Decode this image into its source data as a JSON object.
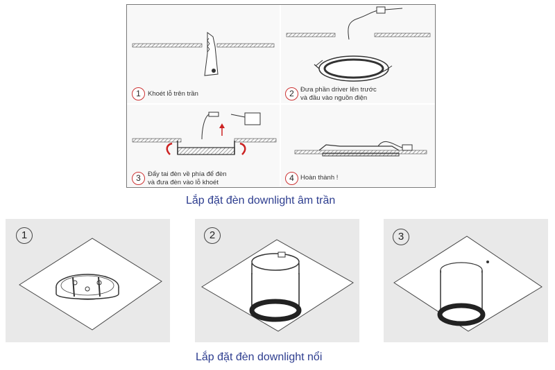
{
  "recessed": {
    "caption": "Lắp đặt đèn downlight âm trần",
    "steps": [
      {
        "num": "1",
        "text": "Khoét lỗ trên trần"
      },
      {
        "num": "2",
        "text": "Đưa phần driver lên trước\nvà đầu vào nguồn điện"
      },
      {
        "num": "3",
        "text": "Đẩy tai đèn về phía để đèn\nvà đưa đèn vào lỗ khoét"
      },
      {
        "num": "4",
        "text": "Hoàn thành !"
      }
    ]
  },
  "surface": {
    "caption": "Lắp đặt đèn downlight nổi",
    "steps": [
      {
        "num": "1"
      },
      {
        "num": "2"
      },
      {
        "num": "3"
      }
    ]
  },
  "colors": {
    "caption_text": "#2d3d8f",
    "step_circle": "#cc3333",
    "arrow": "#cc2222",
    "panel_bg": "#f8f8f8",
    "gray_box": "#e9e9e9"
  }
}
